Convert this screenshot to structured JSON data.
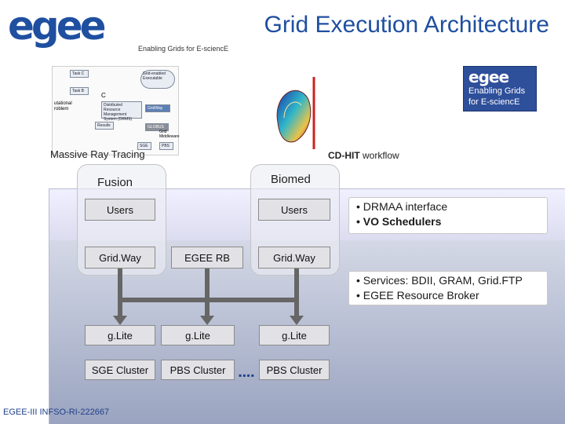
{
  "header": {
    "logo_text": "egee",
    "title": "Grid Execution Architecture",
    "subtitle": "Enabling Grids for E-sciencE"
  },
  "images": {
    "workflow_diagram": {
      "nodes": [
        "Task C",
        "Task B",
        "Grid-enabled Executable",
        "Distributed Resource Management System (DRMS)",
        "GridWay",
        "Results",
        "GLOBUS",
        "Grid Middleware",
        "SGE"
      ],
      "fragments": [
        "utational",
        "roblem",
        "C",
        "PBS"
      ]
    },
    "egee_badge": {
      "logo": "egee",
      "line1": "Enabling Grids",
      "line2": "for E-sciencE"
    },
    "massive_caption": "Massive Ray Tracing",
    "cdhit_caption_bold": "CD-HIT",
    "cdhit_caption_rest": " workflow"
  },
  "architecture": {
    "fusion": {
      "title": "Fusion",
      "users": "Users",
      "gridway": "Grid.Way"
    },
    "biomed": {
      "title": "Biomed",
      "users": "Users",
      "gridway": "Grid.Way"
    },
    "egee_rb": "EGEE RB",
    "glite": [
      "g.Lite",
      "g.Lite",
      "g.Lite"
    ],
    "clusters": [
      "SGE Cluster",
      "PBS Cluster",
      "PBS Cluster"
    ],
    "cluster_separator": "▪▪▪▪",
    "notes": {
      "top": [
        "• DRMAA interface",
        "• VO Schedulers"
      ],
      "bottom": [
        "• Services: BDII, GRAM, Grid.FTP",
        "• EGEE Resource Broker"
      ]
    }
  },
  "footer": "EGEE-III INFSO-RI-222667",
  "colors": {
    "brand_blue": "#1f4fa0",
    "arrow_gray": "#666666"
  }
}
